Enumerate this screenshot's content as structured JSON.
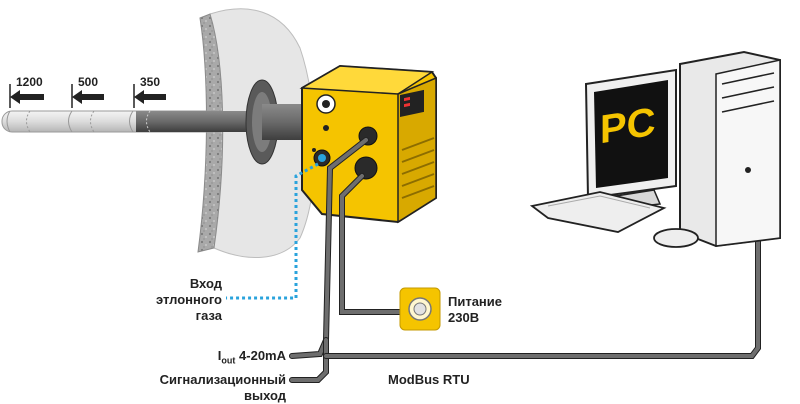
{
  "probe": {
    "distances": [
      "1200",
      "500",
      "350"
    ]
  },
  "labels": {
    "reference_gas": [
      "Вход",
      "этлонного",
      "газа"
    ],
    "power": [
      "Питание",
      "230В"
    ],
    "iout_prefix": "I",
    "iout_sub": "out",
    "iout_rest": " 4-20mA",
    "alarm": [
      "Сигнализационный",
      "выход"
    ],
    "modbus": "ModBus RTU"
  },
  "pc": {
    "screen_text": "PC"
  },
  "colors": {
    "analyzer_yellow": "#f5c400",
    "cable_gray": "#6e6e6e",
    "gas_line_blue": "#2aa3dc",
    "monitor_black": "#111111"
  }
}
